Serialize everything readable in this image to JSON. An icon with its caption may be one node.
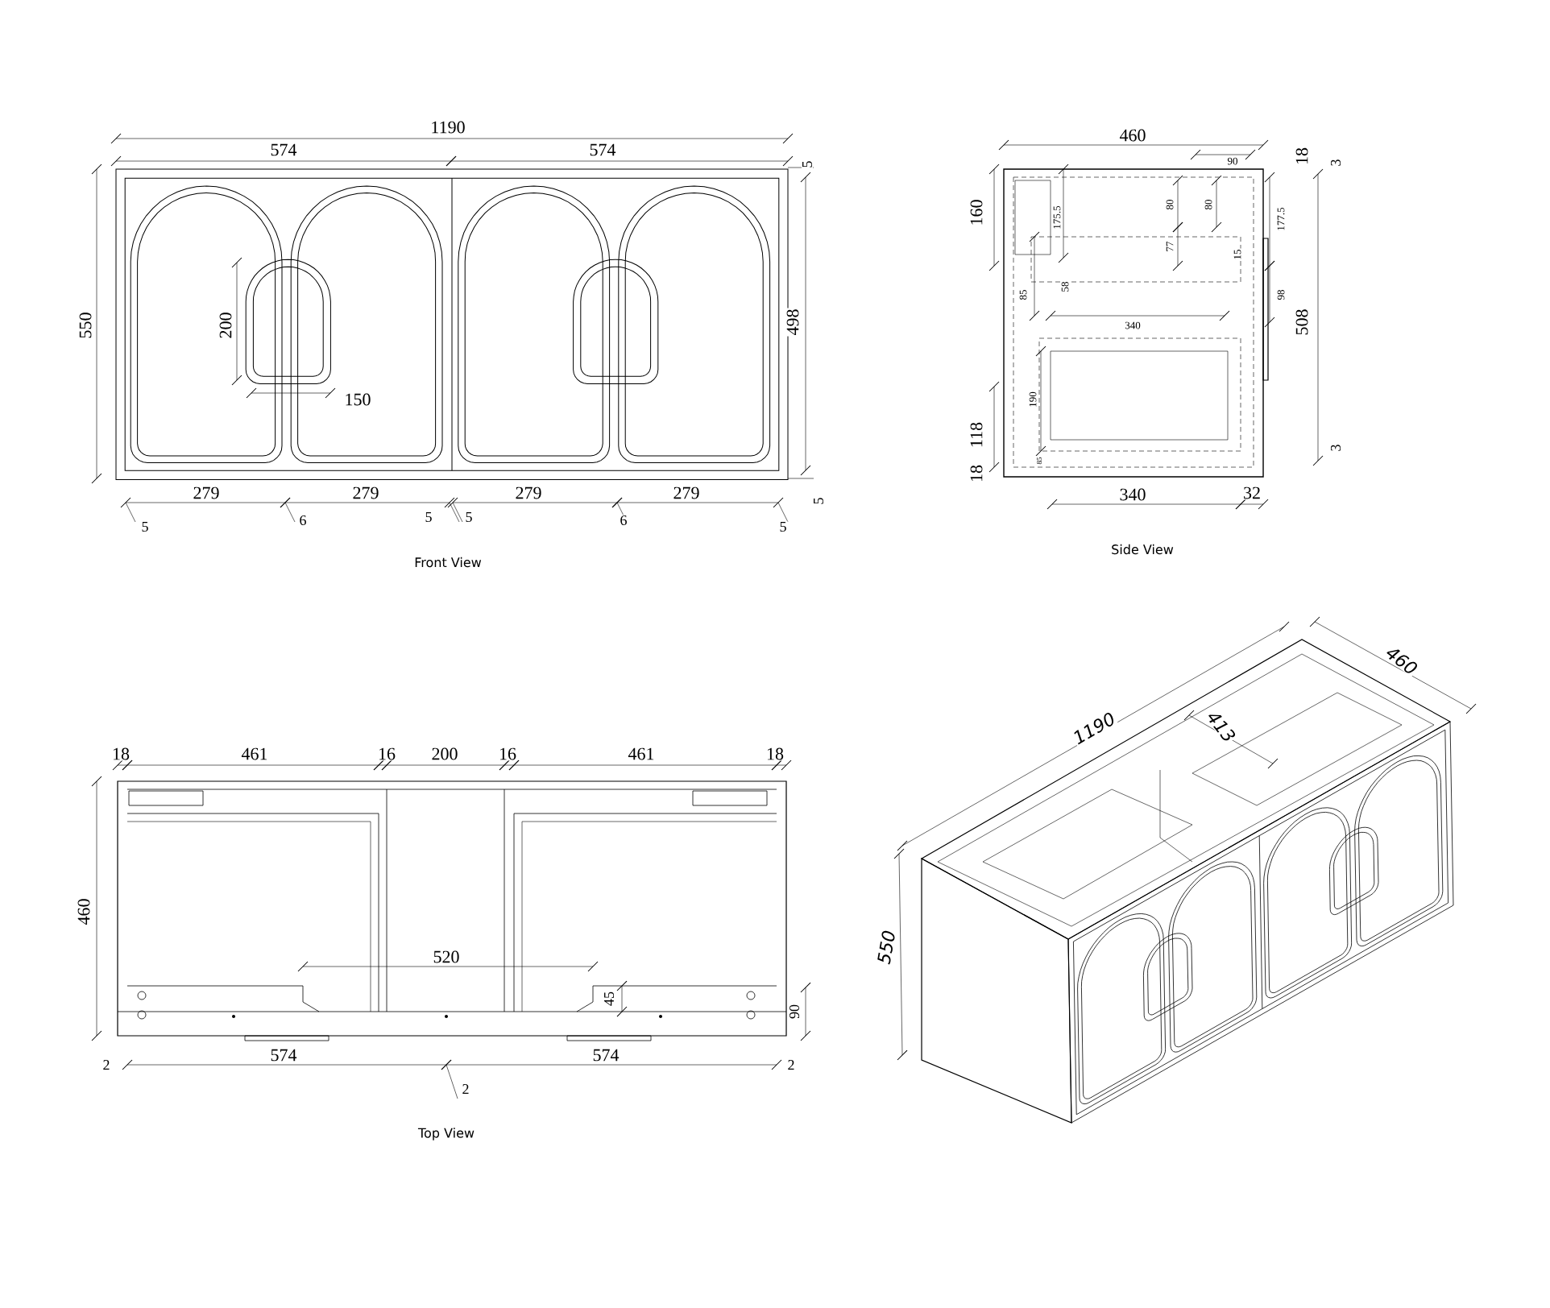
{
  "diagram": {
    "labels": [
      "1190",
      "574",
      "574",
      "5",
      "550",
      "200",
      "498",
      "150",
      "279",
      "279",
      "279",
      "279",
      "5",
      "5",
      "6",
      "5",
      "5",
      "6",
      "5",
      "Front View",
      "460",
      "18",
      "90",
      "3",
      "160",
      "175.5",
      "80",
      "80",
      "177.5",
      "77",
      "15",
      "85",
      "58",
      "98",
      "508",
      "340",
      "190",
      "118",
      "3",
      "85",
      "18",
      "340",
      "32",
      "Side View",
      "18",
      "461",
      "16",
      "200",
      "16",
      "461",
      "18",
      "460",
      "520",
      "45",
      "90",
      "2",
      "574",
      "574",
      "2",
      "2",
      "Top View",
      "1190",
      "460",
      "413",
      "550"
    ]
  }
}
